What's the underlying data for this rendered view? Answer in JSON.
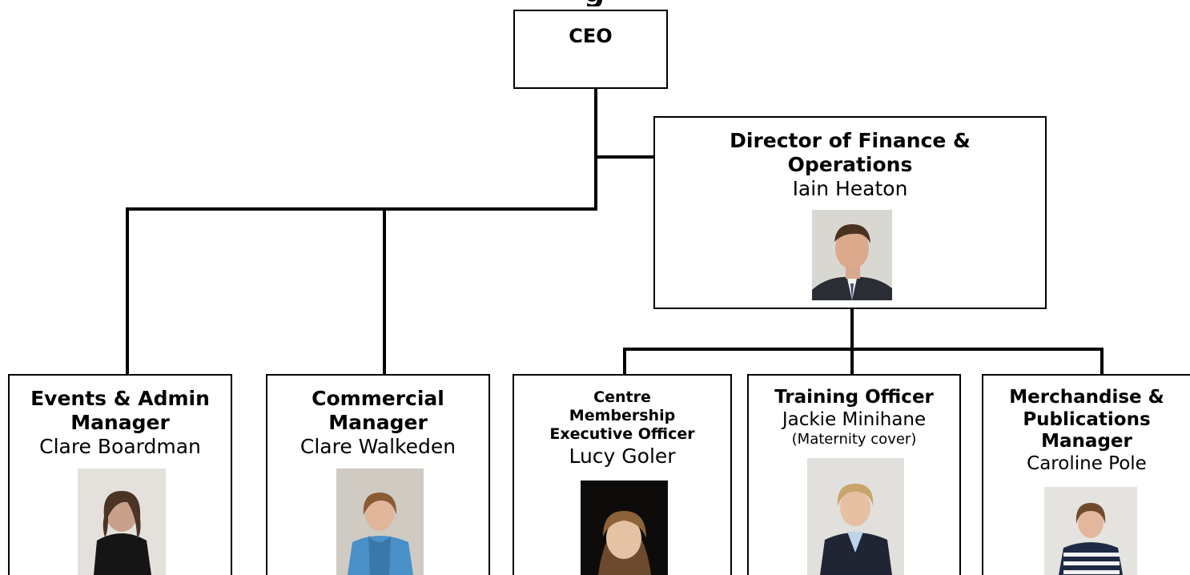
{
  "chart_fragment": "g",
  "ceo": {
    "role": "CEO"
  },
  "director": {
    "role_line1": "Director of Finance &",
    "role_line2": "Operations",
    "name": "Iain Heaton"
  },
  "events": {
    "role_line1": "Events & Admin",
    "role_line2": "Manager",
    "name": "Clare Boardman"
  },
  "commercial": {
    "role_line1": "Commercial",
    "role_line2": "Manager",
    "name": "Clare Walkeden"
  },
  "centre": {
    "role_line1": "Centre",
    "role_line2": "Membership",
    "role_line3": "Executive Officer",
    "name": "Lucy Goler"
  },
  "training": {
    "role": "Training Officer",
    "name": "Jackie Minihane",
    "note": "(Maternity cover)"
  },
  "merch": {
    "role_line1": "Merchandise &",
    "role_line2": "Publications",
    "role_line3": "Manager",
    "name": "Caroline Pole"
  },
  "colors": {
    "line": "#000000",
    "box_border": "#000000",
    "background": "#ffffff"
  }
}
